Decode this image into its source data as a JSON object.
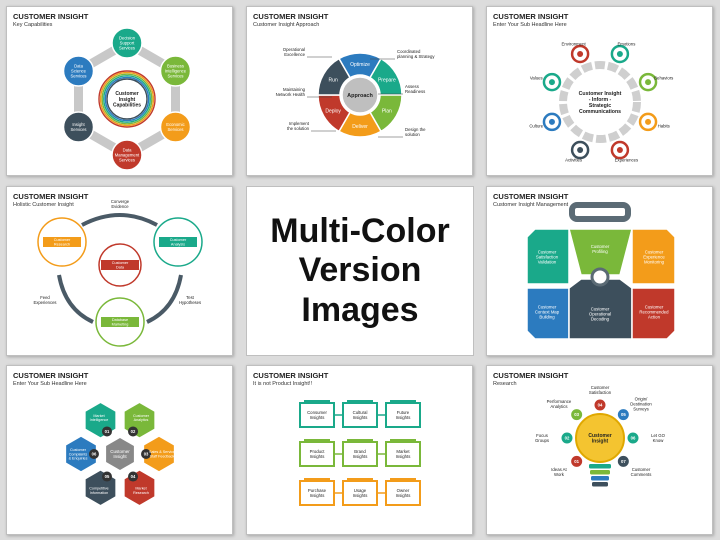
{
  "cards": [
    {
      "id": "key-capabilities",
      "title": "CUSTOMER INSIGHT",
      "subtitle": "Key Capabilities",
      "center_label": [
        "Customer",
        "Insight",
        "Capabilities"
      ],
      "nodes": [
        {
          "label": [
            "Decision",
            "Support",
            "Services"
          ],
          "color": "#1aa98a"
        },
        {
          "label": [
            "Business",
            "Intelligence",
            "Services"
          ],
          "color": "#7ab83a"
        },
        {
          "label": [
            "Economic",
            "Services"
          ],
          "color": "#f39c1a"
        },
        {
          "label": [
            "Data",
            "Management",
            "Services"
          ],
          "color": "#c0392b"
        },
        {
          "label": [
            "Insight",
            "Services"
          ],
          "color": "#3d4f5c"
        },
        {
          "label": [
            "Data",
            "Science",
            "Services"
          ],
          "color": "#2c7bbf"
        }
      ]
    },
    {
      "id": "approach",
      "title": "CUSTOMER INSIGHT",
      "subtitle": "Customer Insight Approach",
      "center_label": "Approach",
      "segments": [
        {
          "label": "Optimize",
          "color": "#2c7bbf"
        },
        {
          "label": "Prepare",
          "color": "#1aa98a"
        },
        {
          "label": "Plan",
          "color": "#7ab83a"
        },
        {
          "label": "Deliver",
          "color": "#f39c1a"
        },
        {
          "label": "Deploy",
          "color": "#c0392b"
        },
        {
          "label": "Run",
          "color": "#3d4f5c"
        }
      ],
      "callouts": [
        {
          "label": [
            "Operational",
            "Excellence"
          ]
        },
        {
          "label": [
            "Coordinated",
            "planning & Strategy"
          ]
        },
        {
          "label": [
            "Maintaining",
            "Network Health"
          ]
        },
        {
          "label": [
            "Assess",
            "Readiness"
          ]
        },
        {
          "label": [
            "Implement",
            "the solution"
          ]
        },
        {
          "label": [
            "Design the",
            "solution"
          ]
        }
      ]
    },
    {
      "id": "communications",
      "title": "CUSTOMER INSIGHT",
      "subtitle": "Enter Your Sub Headline Here",
      "center_label": [
        "Customer Insight",
        "- Inform -",
        "Strategic",
        "Communications"
      ],
      "items": [
        {
          "label": "Environment",
          "color": "#c0392b"
        },
        {
          "label": "Emotions",
          "color": "#1aa98a"
        },
        {
          "label": "Behaviors",
          "color": "#7ab83a"
        },
        {
          "label": "Habits",
          "color": "#f39c1a"
        },
        {
          "label": "Experiences",
          "color": "#c0392b"
        },
        {
          "label": "Activities",
          "color": "#3d4f5c"
        },
        {
          "label": "Culture",
          "color": "#2c7bbf"
        },
        {
          "label": "Values",
          "color": "#1aa98a"
        }
      ]
    },
    {
      "id": "holistic",
      "title": "CUSTOMER INSIGHT",
      "subtitle": "Holistic Customer Insight",
      "nodes": [
        {
          "label": [
            "Customer",
            "Research"
          ],
          "color": "#f39c1a"
        },
        {
          "label": [
            "Customer",
            "Analysis"
          ],
          "color": "#1aa98a"
        },
        {
          "label": [
            "Customer",
            "Data"
          ],
          "color": "#c0392b"
        },
        {
          "label": [
            "Database",
            "Marketing"
          ],
          "color": "#7ab83a"
        }
      ],
      "arrows": [
        {
          "label": [
            "Converge",
            "Evidence"
          ]
        },
        {
          "label": [
            "Feed",
            "Experiences"
          ]
        },
        {
          "label": [
            "Test",
            "Hypotheses"
          ]
        }
      ]
    },
    {
      "id": "management",
      "title": "CUSTOMER INSIGHT",
      "subtitle": "Customer Insight Management",
      "blocks": [
        {
          "label": [
            "Customer",
            "Satisfaction",
            "Validation"
          ],
          "color": "#1aa98a"
        },
        {
          "label": [
            "Customer",
            "Profiling"
          ],
          "color": "#7ab83a"
        },
        {
          "label": [
            "Customer",
            "Experience",
            "Monitoring"
          ],
          "color": "#f39c1a"
        },
        {
          "label": [
            "Customer",
            "Context Map",
            "Building"
          ],
          "color": "#2c7bbf"
        },
        {
          "label": [
            "Customer",
            "Operational",
            "Decoding"
          ],
          "color": "#3d4f5c"
        },
        {
          "label": [
            "Customer",
            "Recommended",
            "Action"
          ],
          "color": "#c0392b"
        }
      ]
    },
    {
      "id": "hexagons",
      "title": "CUSTOMER INSIGHT",
      "subtitle": "Enter Your Sub Headline Here",
      "center_label": [
        "Customer",
        "Insight"
      ],
      "hexes": [
        {
          "num": "01",
          "label": [
            "Market",
            "Intelligence"
          ],
          "color": "#1aa98a"
        },
        {
          "num": "02",
          "label": [
            "Customer",
            "Analytics"
          ],
          "color": "#7ab83a"
        },
        {
          "num": "03",
          "label": [
            "Sales & Service",
            "Staff Feedback"
          ],
          "color": "#f39c1a"
        },
        {
          "num": "04",
          "label": [
            "Market",
            "Research"
          ],
          "color": "#c0392b"
        },
        {
          "num": "05",
          "label": [
            "Competitive",
            "Information"
          ],
          "color": "#3d4f5c"
        },
        {
          "num": "06",
          "label": [
            "Customer",
            "Complaints",
            "& Enquiries"
          ],
          "color": "#2c7bbf"
        }
      ]
    },
    {
      "id": "not-product",
      "title": "CUSTOMER INSIGHT",
      "subtitle": "It is not Product Insight!!",
      "rows": [
        {
          "color": "#1aa98a",
          "boxes": [
            [
              "Consumer",
              "Insights"
            ],
            [
              "Cultural",
              "Insights"
            ],
            [
              "Future",
              "Insights"
            ]
          ]
        },
        {
          "color": "#7ab83a",
          "boxes": [
            [
              "Product",
              "Insights"
            ],
            [
              "Brand",
              "Insights"
            ],
            [
              "Market",
              "Insights"
            ]
          ]
        },
        {
          "color": "#f39c1a",
          "boxes": [
            [
              "Purchase",
              "Insights"
            ],
            [
              "Usage",
              "Insights"
            ],
            [
              "Owner",
              "Insights"
            ]
          ]
        }
      ]
    },
    {
      "id": "research",
      "title": "CUSTOMER INSIGHT",
      "subtitle": "Research",
      "center_label": [
        "Customer",
        "Insight"
      ],
      "items": [
        {
          "num": "01",
          "label": [
            "Ideas At",
            "Work"
          ],
          "color": "#c0392b"
        },
        {
          "num": "02",
          "label": [
            "Focus",
            "Groups"
          ],
          "color": "#1aa98a"
        },
        {
          "num": "03",
          "label": [
            "Performance",
            "Analytics"
          ],
          "color": "#7ab83a"
        },
        {
          "num": "04",
          "label": [
            "Customer",
            "Satisfaction"
          ],
          "color": "#c0392b"
        },
        {
          "num": "05",
          "label": [
            "Origin/",
            "Destination",
            "Surveys"
          ],
          "color": "#2c7bbf"
        },
        {
          "num": "06",
          "label": [
            "Let GO",
            "Know"
          ],
          "color": "#1aa98a"
        },
        {
          "num": "07",
          "label": [
            "Customer",
            "Comments"
          ],
          "color": "#3d4f5c"
        }
      ]
    }
  ],
  "center_panel": {
    "line1": "Multi-Color",
    "line2": "Version Images"
  }
}
